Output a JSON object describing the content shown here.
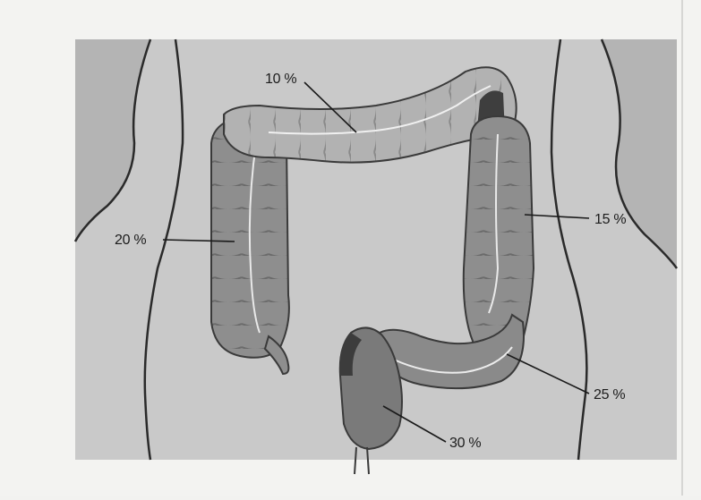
{
  "diagram": {
    "segments": [
      {
        "id": "transverse",
        "label": "10 %"
      },
      {
        "id": "ascending",
        "label": "20 %"
      },
      {
        "id": "descending",
        "label": "15 %"
      },
      {
        "id": "sigmoid",
        "label": "25 %"
      },
      {
        "id": "rectum",
        "label": "30 %"
      }
    ]
  }
}
